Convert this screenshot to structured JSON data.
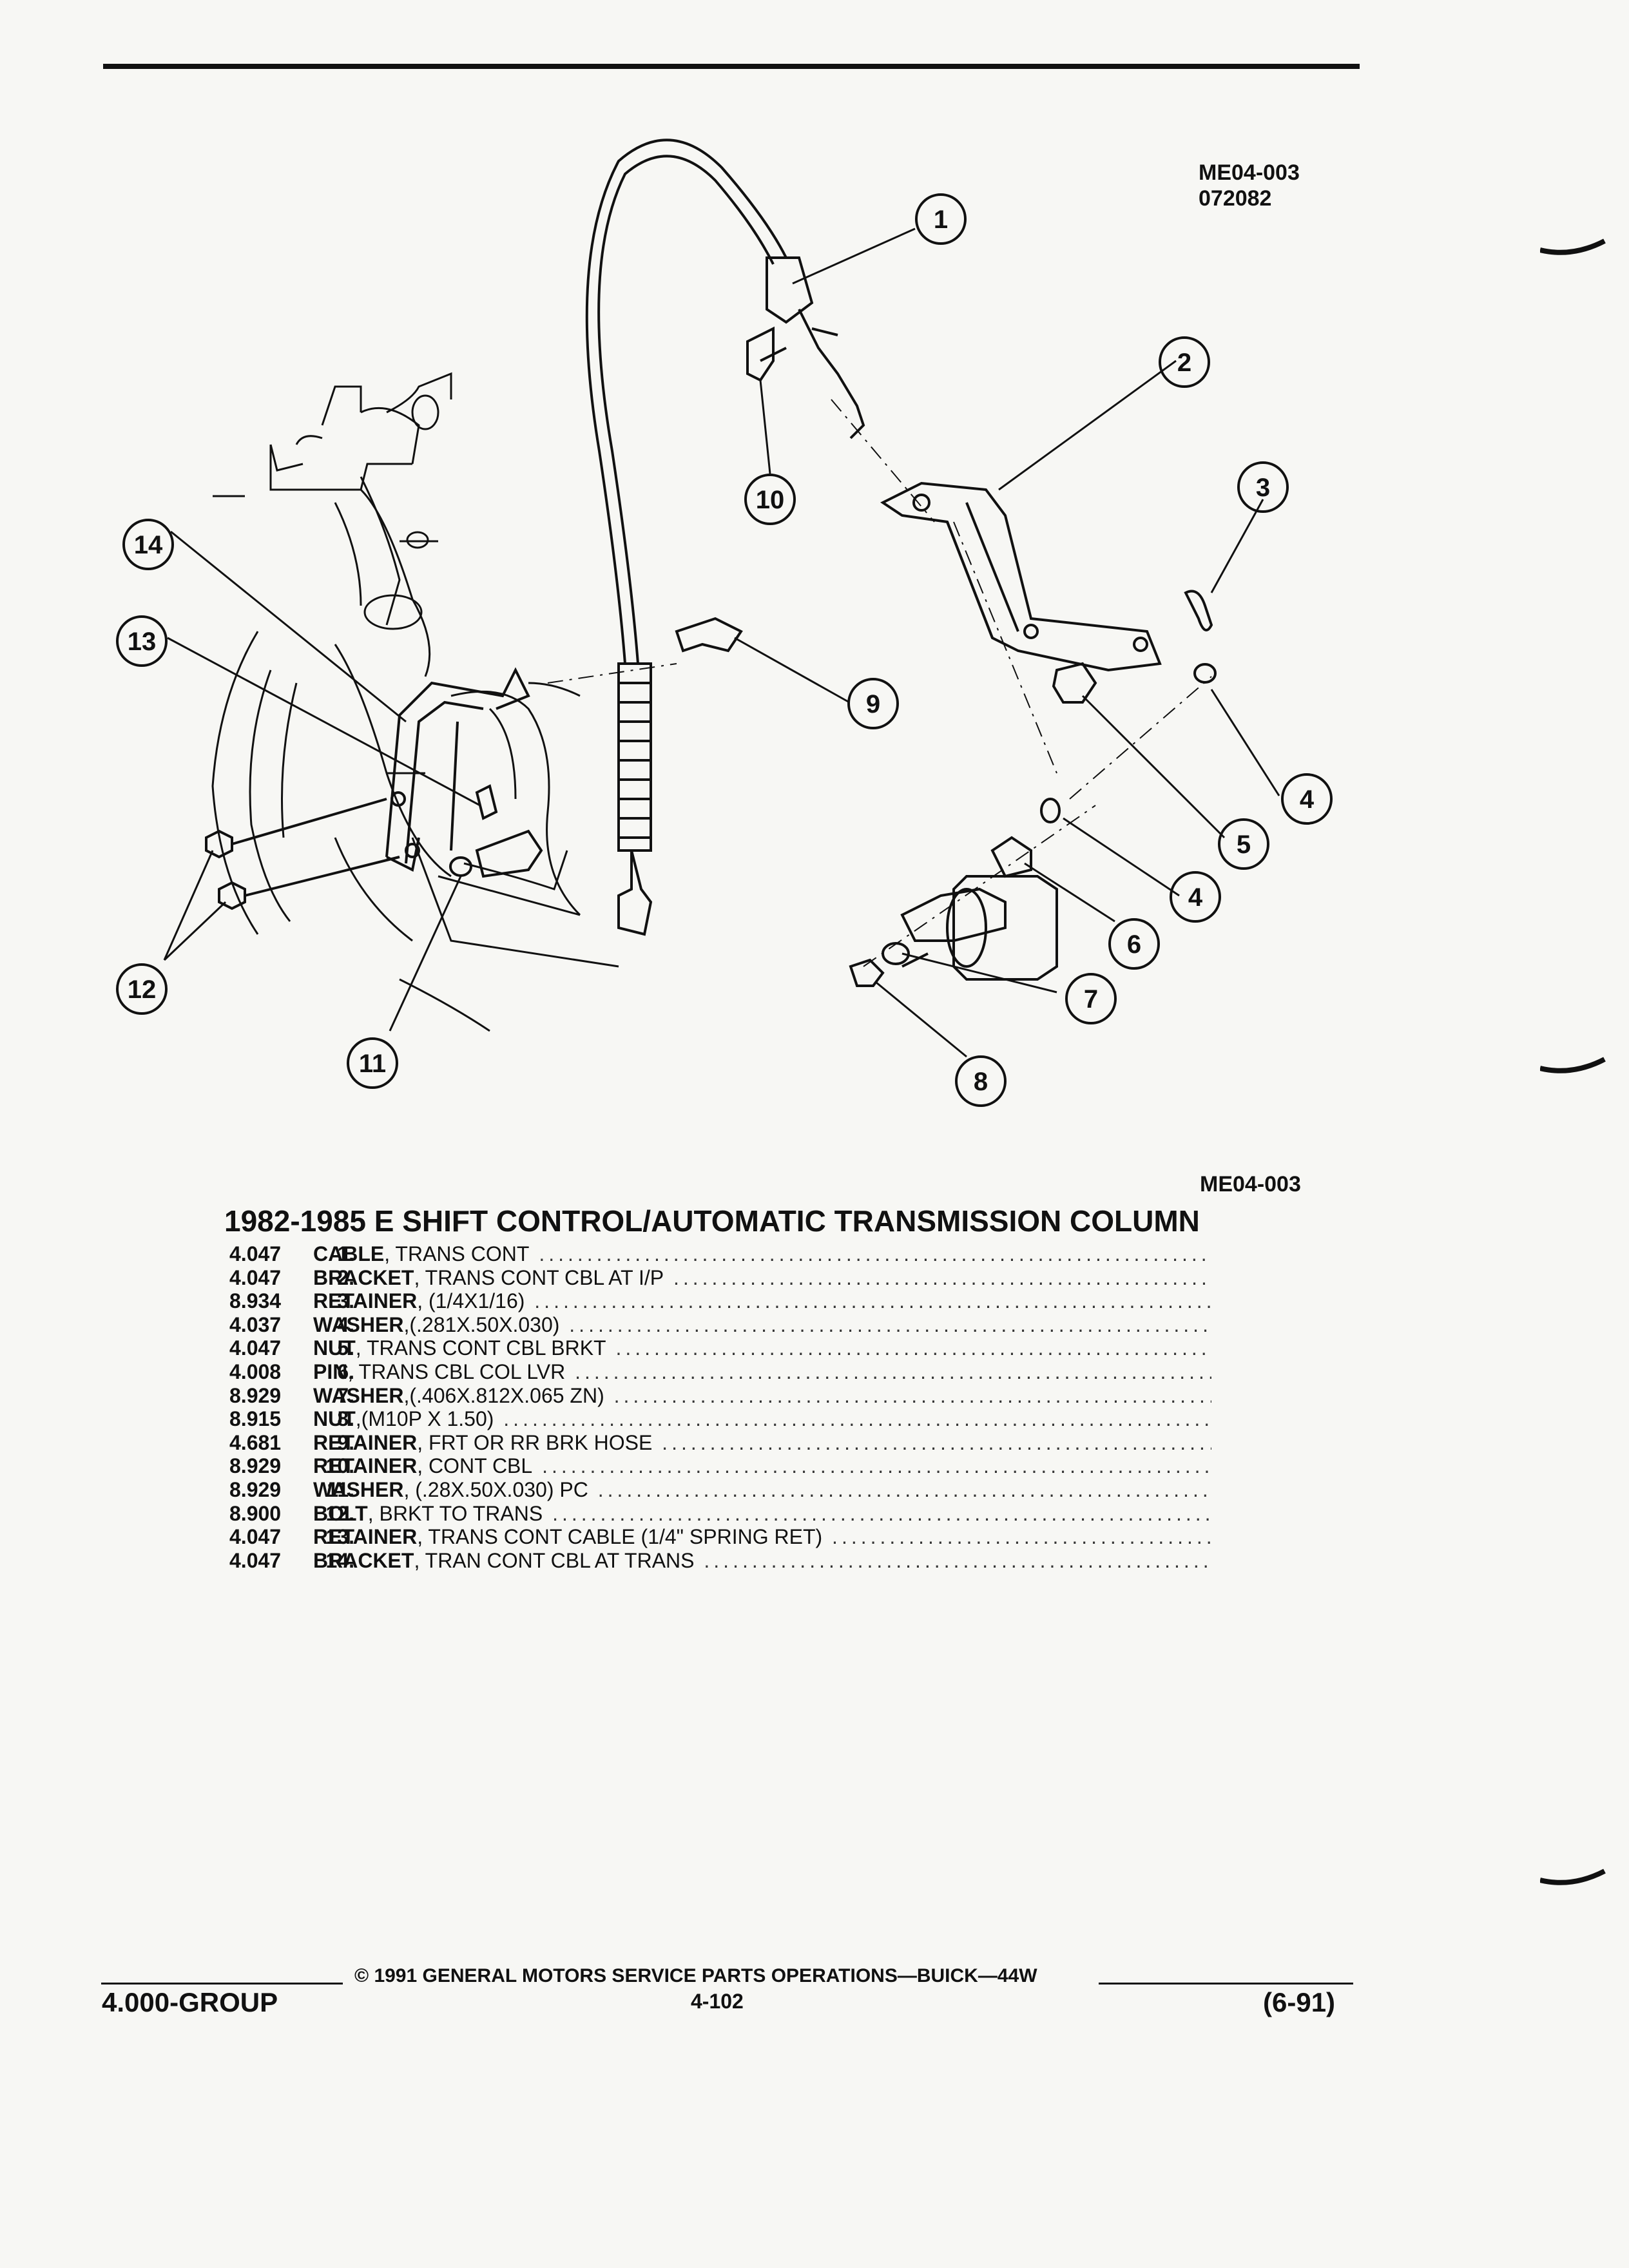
{
  "figure": {
    "code": "ME04-003",
    "date_code": "072082",
    "caption_code": "ME04-003",
    "callouts": [
      "1",
      "2",
      "3",
      "4",
      "5",
      "4",
      "6",
      "7",
      "8",
      "9",
      "10",
      "11",
      "12",
      "13",
      "14"
    ]
  },
  "title": "1982-1985 E SHIFT CONTROL/AUTOMATIC TRANSMISSION COLUMN",
  "parts": [
    {
      "num": "1.",
      "group": "4.047",
      "name": "CABLE",
      "desc": ", TRANS CONT"
    },
    {
      "num": "2.",
      "group": "4.047",
      "name": "BRACKET",
      "desc": ", TRANS CONT CBL AT I/P"
    },
    {
      "num": "3.",
      "group": "8.934",
      "name": "RETAINER",
      "desc": ", (1/4X1/16)"
    },
    {
      "num": "4.",
      "group": "4.037",
      "name": "WASHER",
      "desc": ",(.281X.50X.030)"
    },
    {
      "num": "5.",
      "group": "4.047",
      "name": "NUT",
      "desc": ", TRANS CONT CBL BRKT"
    },
    {
      "num": "6.",
      "group": "4.008",
      "name": "PIN",
      "desc": ", TRANS CBL COL LVR"
    },
    {
      "num": "7.",
      "group": "8.929",
      "name": "WASHER",
      "desc": ",(.406X.812X.065 ZN)"
    },
    {
      "num": "8.",
      "group": "8.915",
      "name": "NUT",
      "desc": ",(M10P X 1.50)"
    },
    {
      "num": "9.",
      "group": "4.681",
      "name": "RETAINER",
      "desc": ", FRT OR RR BRK HOSE"
    },
    {
      "num": "10.",
      "group": "8.929",
      "name": "RETAINER",
      "desc": ", CONT CBL"
    },
    {
      "num": "11.",
      "group": "8.929",
      "name": "WASHER",
      "desc": ", (.28X.50X.030) PC"
    },
    {
      "num": "12.",
      "group": "8.900",
      "name": "BOLT",
      "desc": ", BRKT TO TRANS"
    },
    {
      "num": "13.",
      "group": "4.047",
      "name": "RETAINER",
      "desc": ", TRANS CONT CABLE (1/4\" SPRING RET)"
    },
    {
      "num": "14.",
      "group": "4.047",
      "name": "BRACKET",
      "desc": ", TRAN CONT CBL AT TRANS"
    }
  ],
  "footer": {
    "group": "4.000-GROUP",
    "copyright": "© 1991 GENERAL MOTORS SERVICE PARTS OPERATIONS—BUICK—44W",
    "page": "4-102",
    "date": "(6-91)"
  }
}
